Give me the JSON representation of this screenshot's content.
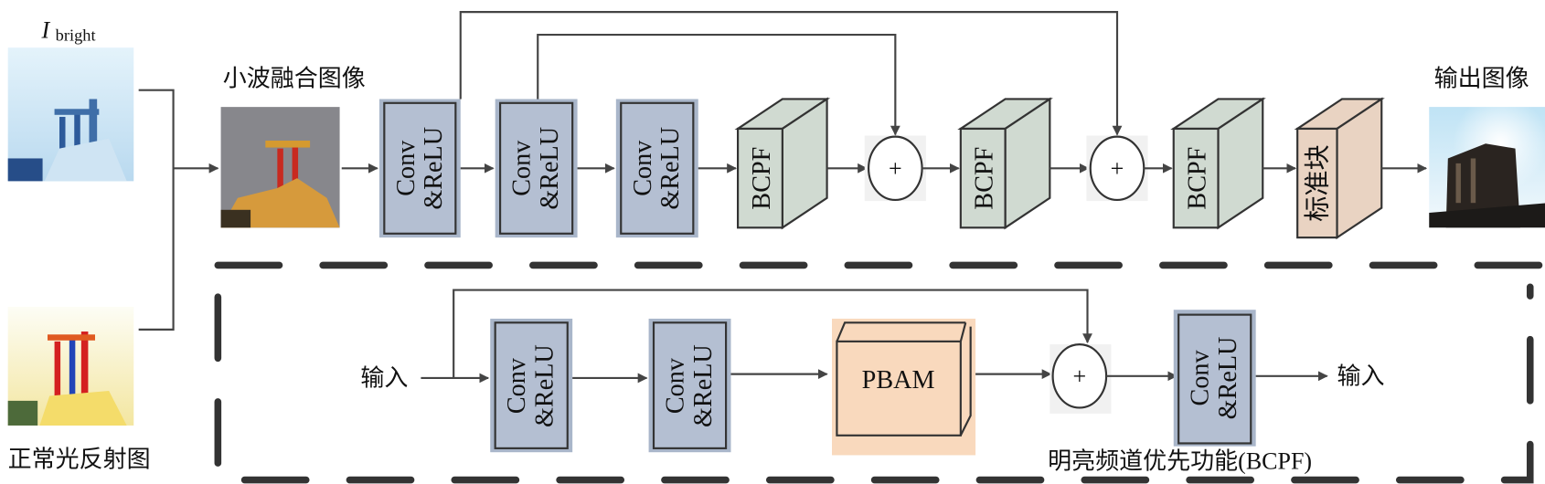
{
  "inputs": {
    "bright_label_main": "I",
    "bright_label_sub": "bright",
    "reflection_label": "正常光反射图"
  },
  "main_pipeline": {
    "wavelet_label": "小波融合图像",
    "conv_line1": "Conv",
    "conv_line2": "&ReLU",
    "bcpf_label": "BCPF",
    "add_symbol": "+",
    "standard_block_label": "标准块",
    "output_label": "输出图像"
  },
  "bcpf_module": {
    "input_label": "输入",
    "conv_line1": "Conv",
    "conv_line2": "&ReLU",
    "pbam_label": "PBAM",
    "add_symbol": "+",
    "output_label": "输入",
    "caption": "明亮频道优先功能(BCPF)"
  },
  "colors": {
    "conv_fill": "#b4bfd2",
    "conv_border": "#9aa8bd",
    "bcpf_fill": "#d0dad1",
    "standard_block_fill": "#e9d3c2",
    "pbam_fill": "#f9d9bd",
    "line": "#444444"
  }
}
